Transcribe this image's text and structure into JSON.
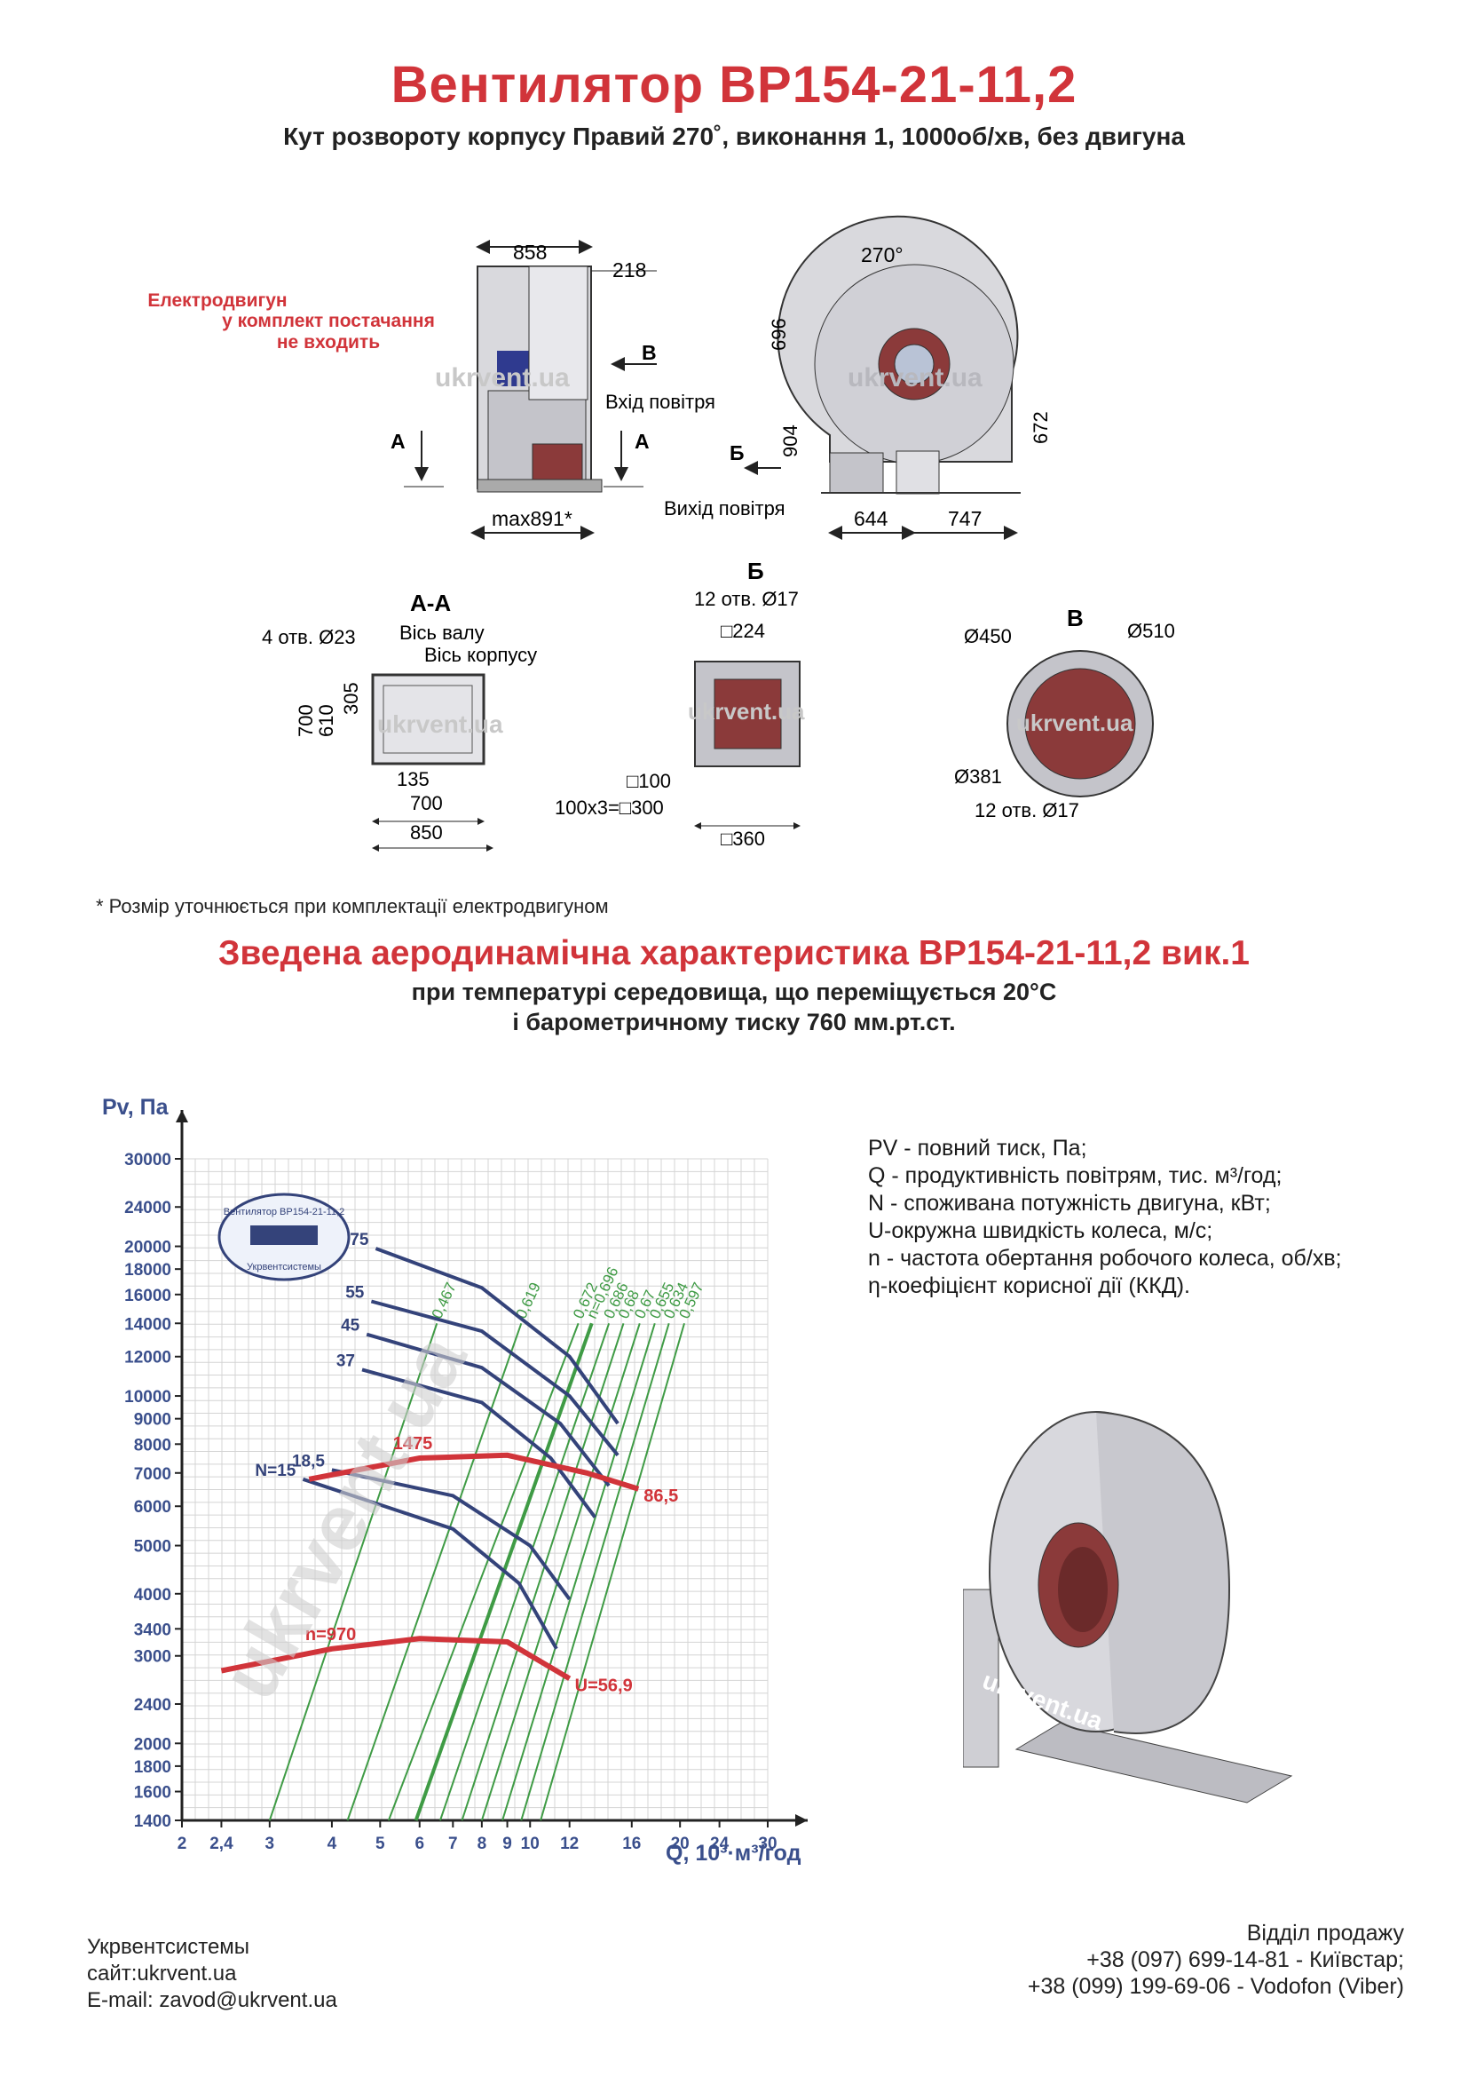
{
  "title": "Вентилятор ВР154-21-11,2",
  "subtitle": "Кут розвороту корпусу Правий 270˚, виконання 1, 1000об/хв, без двигуна",
  "drawing": {
    "motor_note": [
      "Електродвигун",
      "у комплект постачання",
      "не входить"
    ],
    "watermark": "ukrvent.ua",
    "side_view": {
      "dim_858": "858",
      "dim_218": "218",
      "dim_max891": "max891*",
      "label_A_left": "А",
      "label_A_right": "А",
      "label_B": "В",
      "air_in": "Вхід повітря"
    },
    "front_view": {
      "angle": "270°",
      "dim_696": "696",
      "dim_904": "904",
      "dim_672": "672",
      "dim_644": "644",
      "dim_747": "747",
      "label_B": "Б",
      "air_out": "Вихід повітря"
    },
    "section_AA": {
      "title": "А-А",
      "holes": "4 отв. Ø23",
      "shaft_axis": "Вісь валу",
      "body_axis": "Вісь корпусу",
      "dim_700v": "700",
      "dim_610": "610",
      "dim_305": "305",
      "dim_135": "135",
      "dim_700h": "700",
      "dim_850": "850"
    },
    "view_B": {
      "title": "Б",
      "holes": "12 отв.  Ø17",
      "dim_224": "□224",
      "dim_100": "□100",
      "dim_300": "100x3=□300",
      "dim_360": "□360"
    },
    "view_V": {
      "title": "В",
      "d450": "Ø450",
      "d510": "Ø510",
      "d381": "Ø381",
      "holes": "12 отв. Ø17"
    }
  },
  "footnote": "* Розмір уточнюється при комплектації електродвигуном",
  "chart_title": "Зведена аеродинамічна характеристика ВР154-21-11,2 вик.1",
  "chart_subtitle1": "при температурі середовища, що переміщується 20°С",
  "chart_subtitle2": "і барометричному тиску 760 мм.рт.ст.",
  "legend": [
    "PV - повний тиск, Па;",
    "Q - продуктивність повітрям, тис. м³/год;",
    "N - споживана потужність двигуна, кВт;",
    "U-окружна швидкість колеса, м/с;",
    "n - частота обертання робочого колеса, об/хв;",
    "η-коефіцієнт корисної дії (ККД)."
  ],
  "chart_data": {
    "type": "line",
    "x_scale": "log",
    "y_scale": "log",
    "xlabel": "Q, 10³·м³/год",
    "ylabel": "Pv, Па",
    "xlim": [
      2,
      30
    ],
    "ylim": [
      1400,
      30000
    ],
    "x_ticks": [
      "2",
      "2,4",
      "3",
      "4",
      "5",
      "6",
      "7",
      "8",
      "9",
      "10",
      "12",
      "16",
      "20",
      "24",
      "30"
    ],
    "y_ticks": [
      "30000",
      "24000",
      "20000",
      "18000",
      "16000",
      "14000",
      "12000",
      "10000",
      "9000",
      "8000",
      "7000",
      "6000",
      "5000",
      "4000",
      "3400",
      "3000",
      "2400",
      "2000",
      "1800",
      "1600",
      "1400"
    ],
    "stamp_text": [
      "Вентилятор ВР154-21-11,2",
      "Укрвентсистемы"
    ],
    "power_curves": [
      {
        "label": "75",
        "points": [
          [
            4.9,
            19800
          ],
          [
            8,
            16500
          ],
          [
            12,
            12000
          ],
          [
            15,
            8800
          ]
        ]
      },
      {
        "label": "55",
        "points": [
          [
            4.8,
            15500
          ],
          [
            8,
            13500
          ],
          [
            12,
            10000
          ],
          [
            15,
            7600
          ]
        ]
      },
      {
        "label": "45",
        "points": [
          [
            4.7,
            13300
          ],
          [
            8,
            11400
          ],
          [
            11.5,
            8800
          ],
          [
            14.4,
            6600
          ]
        ]
      },
      {
        "label": "37",
        "points": [
          [
            4.6,
            11300
          ],
          [
            8,
            9700
          ],
          [
            11,
            7500
          ],
          [
            13.5,
            5700
          ]
        ]
      },
      {
        "label": "18,5",
        "points": [
          [
            4,
            7100
          ],
          [
            7,
            6300
          ],
          [
            10,
            5000
          ],
          [
            12,
            3900
          ]
        ]
      },
      {
        "label": "N=15",
        "points": [
          [
            3.5,
            6800
          ],
          [
            7,
            5400
          ],
          [
            9.5,
            4200
          ],
          [
            11.3,
            3100
          ]
        ]
      }
    ],
    "speed_curves": [
      {
        "label": "1475",
        "color": "#d1343a",
        "points": [
          [
            3.6,
            6800
          ],
          [
            6,
            7500
          ],
          [
            9,
            7600
          ],
          [
            13,
            7000
          ],
          [
            16.5,
            6500
          ]
        ]
      },
      {
        "label": "86,5",
        "is_end_label": true
      },
      {
        "label": "n=970",
        "color": "#d1343a",
        "points": [
          [
            2.4,
            2800
          ],
          [
            4,
            3100
          ],
          [
            6,
            3250
          ],
          [
            9,
            3200
          ],
          [
            12,
            2700
          ]
        ]
      },
      {
        "label": "U=56,9",
        "is_end_label": true
      }
    ],
    "efficiency_lines": [
      {
        "label": "0,467",
        "x_bottom": 3.0,
        "x_top": 6.5
      },
      {
        "label": "0,619",
        "x_bottom": 4.3,
        "x_top": 9.6
      },
      {
        "label": "0,672",
        "x_bottom": 5.2,
        "x_top": 12.5
      },
      {
        "label": "n=0,696",
        "x_bottom": 5.9,
        "x_top": 13.3
      },
      {
        "label": "0,686",
        "x_bottom": 6.6,
        "x_top": 14.4
      },
      {
        "label": "0,68",
        "x_bottom": 7.3,
        "x_top": 15.4
      },
      {
        "label": "0,67",
        "x_bottom": 8.0,
        "x_top": 16.6
      },
      {
        "label": "0,655",
        "x_bottom": 8.8,
        "x_top": 17.8
      },
      {
        "label": "0,634",
        "x_bottom": 9.6,
        "x_top": 19.0
      },
      {
        "label": "0,597",
        "x_bottom": 10.5,
        "x_top": 20.4
      }
    ],
    "grid": true,
    "watermark": "ukrvent.ua"
  },
  "footer": {
    "company": "Укрвентсистемы",
    "site": "сайт:ukrvent.ua",
    "email": "E-mail: zavod@ukrvent.ua",
    "sales_title": "Відділ продажу",
    "phone1": "+38 (097) 699-14-81 - Київстар;",
    "phone2": "+38 (099) 199-69-06 - Vodofon (Viber)"
  },
  "colors": {
    "accent_red": "#d1343a",
    "curve_blue": "#34437a",
    "eff_green": "#3f9b45",
    "axis_blue": "#3a4f8c"
  }
}
